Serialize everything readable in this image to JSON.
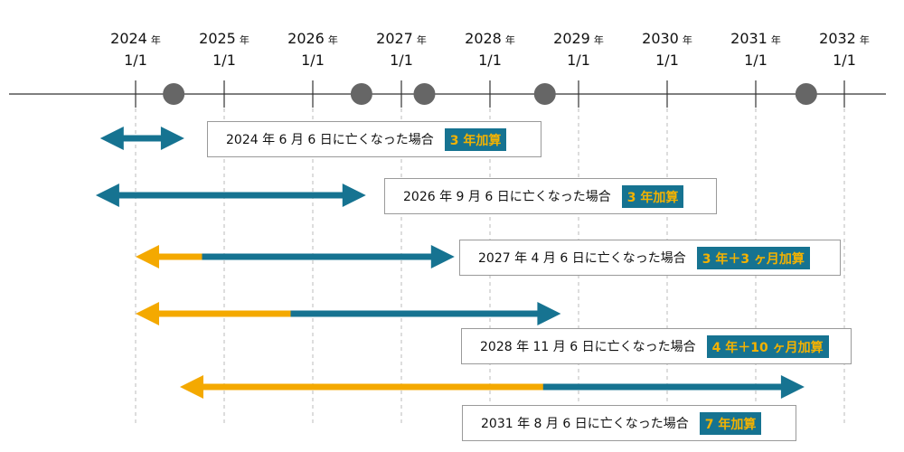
{
  "timeline": {
    "years": [
      {
        "year": "2024",
        "unit": "年",
        "date": "1/1",
        "value": 2024
      },
      {
        "year": "2025",
        "unit": "年",
        "date": "1/1",
        "value": 2025
      },
      {
        "year": "2026",
        "unit": "年",
        "date": "1/1",
        "value": 2026
      },
      {
        "year": "2027",
        "unit": "年",
        "date": "1/1",
        "value": 2027
      },
      {
        "year": "2028",
        "unit": "年",
        "date": "1/1",
        "value": 2028
      },
      {
        "year": "2029",
        "unit": "年",
        "date": "1/1",
        "value": 2029
      },
      {
        "year": "2030",
        "unit": "年",
        "date": "1/1",
        "value": 2030
      },
      {
        "year": "2031",
        "unit": "年",
        "date": "1/1",
        "value": 2031
      },
      {
        "year": "2032",
        "unit": "年",
        "date": "1/1",
        "value": 2032
      }
    ],
    "events": [
      2024.43,
      2026.55,
      2027.26,
      2028.62,
      2031.57
    ]
  },
  "colors": {
    "teal": "#167391",
    "gold": "#f4a900",
    "dot": "#666666",
    "axis": "#333333",
    "grid": "#bbbbbb"
  },
  "scenarios": [
    {
      "caption": "2024 年 6 月 6 日に亡くなった場合",
      "badge": "3 年加算",
      "start": 2023.6,
      "split": 2023.6,
      "end": 2024.55
    },
    {
      "caption": "2026 年 9 月 6 日に亡くなった場合",
      "badge": "3 年加算",
      "start": 2023.55,
      "split": 2023.55,
      "end": 2026.6
    },
    {
      "caption": "2027 年 4 月 6 日に亡くなった場合",
      "badge": "3 年＋3 ヶ月加算",
      "start": 2024.0,
      "split": 2024.75,
      "end": 2027.6
    },
    {
      "caption": "2028 年 11 月 6 日に亡くなった場合",
      "badge": "4 年＋10 ヶ月加算",
      "start": 2024.0,
      "split": 2025.75,
      "end": 2028.8
    },
    {
      "caption": "2031 年 8 月 6 日に亡くなった場合",
      "badge": "7 年加算",
      "start": 2024.5,
      "split": 2028.6,
      "end": 2031.55
    }
  ]
}
